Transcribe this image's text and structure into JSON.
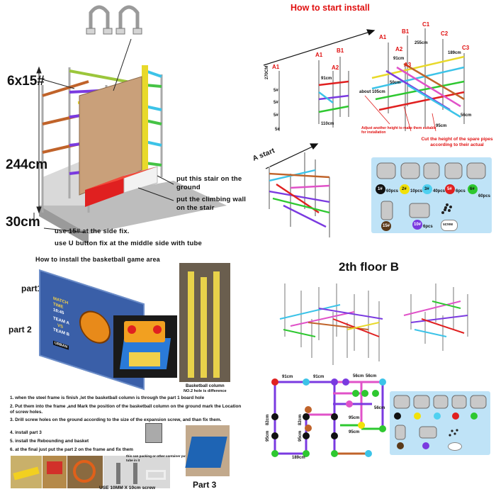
{
  "section_top_left": {
    "label_6x15": "6x15#",
    "label_244": "244cm",
    "label_30": "30cm",
    "note_stair": "put this stair on the ground",
    "note_wall": "put the climbing wall on the stair",
    "note_side": "use 15# at the side fix.",
    "note_u": "use U button fix at the middle side with tube"
  },
  "section_top_right": {
    "title": "How to start install",
    "a_start": "A start",
    "points": [
      "A1",
      "A1",
      "B1",
      "A2",
      "A1",
      "B1",
      "C1",
      "C2",
      "A2",
      "A3",
      "C3"
    ],
    "dims": [
      "270CM",
      "91cm",
      "110cm",
      "255cm",
      "189cm",
      "91cm",
      "56cm",
      "95cm",
      "about 105cm",
      "50cm"
    ],
    "fittings_left": [
      "5#",
      "5#",
      "5#",
      "5#"
    ],
    "note_adjust": "Adjust another height to make them suitable for installation",
    "note_cut": "Cut the height of the spare pipes according to their actual",
    "parts_legend": [
      {
        "num": "1#",
        "qty": "60pcs",
        "color": "#111111"
      },
      {
        "num": "2#",
        "qty": "10pcs",
        "color": "#f2e10a"
      },
      {
        "num": "3#",
        "qty": "40pcs",
        "color": "#4fd0f0"
      },
      {
        "num": "5#",
        "qty": "6pcs",
        "color": "#e02020"
      },
      {
        "num": "6#",
        "qty": "60pcs",
        "color": "#2ec830"
      },
      {
        "num": "15#",
        "qty": "",
        "color": "#5a3a1a"
      },
      {
        "num": "10#",
        "qty": "6pcs",
        "color": "#7a3ae0"
      },
      {
        "num": "screw",
        "qty": "",
        "color": "#ffffff"
      }
    ]
  },
  "section_basketball": {
    "title": "How to install the basketball game area",
    "part1": "part1",
    "part2": "part 2",
    "part3": "Part 3",
    "column_caption": "Basketball column",
    "column_note": "NO.2 hole is difference",
    "board_text": [
      "MATCH",
      "TIME",
      "18:45",
      "TEAM A",
      "VS",
      "TEAM B"
    ],
    "board_brand": "URBAN",
    "steps": [
      "1. when the steel frame is finish ,let the basketball column is through the part 1 board hole",
      "2. Put them into the frame ,and Mark the position of the basketball column on the ground mark the Location of screw holes.",
      "3. Drill screw holes on the ground according to the size of the expansion screw, and than fix them.",
      "4. install part 3",
      "5. install the Rebounding and basket",
      "6. at the final just put the part 2 on the frame and fix them"
    ],
    "screw_caption": "USE 10MM X 10cm screw",
    "photo_note": "this can packing or other container put the tube in it"
  },
  "section_floor_b": {
    "title": "2th floor B",
    "plan_dims": [
      "91cm",
      "91cm",
      "56cm",
      "56cm",
      "56cm",
      "95cm",
      "95cm",
      "189cm",
      "95cm",
      "82cm",
      "95cm",
      "82cm"
    ]
  }
}
